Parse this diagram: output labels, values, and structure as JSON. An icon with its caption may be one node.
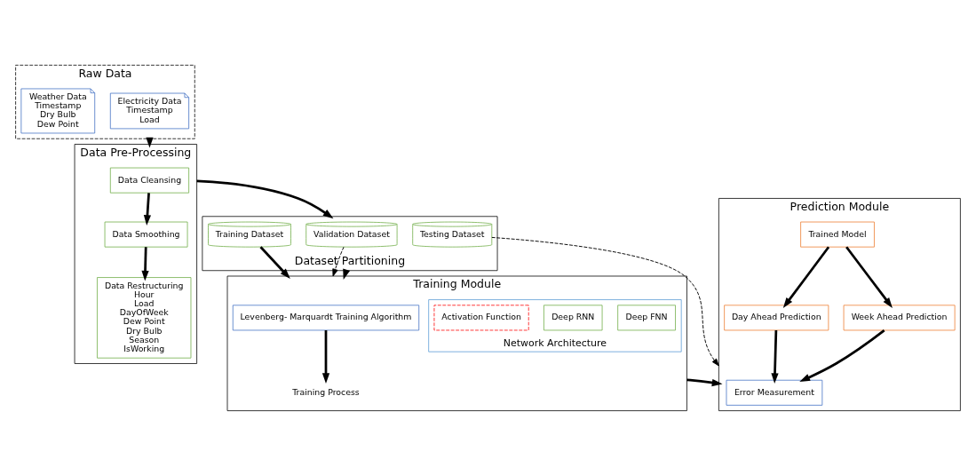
{
  "diagram": {
    "nodes": [
      {
        "text": [
          "Raw Data"
        ]
      },
      {
        "text": [
          "Electricity Data",
          "Timestamp",
          "Load"
        ],
        "in": 0
      },
      {
        "text": [
          "Weather Data",
          "Timestamp",
          "Dry Bulb",
          "Dew Point"
        ],
        "in": 0
      },
      {
        "text": [
          "Data Pre-Processing"
        ]
      },
      {
        "text": [
          "Data Cleansing"
        ],
        "in": 3
      },
      {
        "text": [
          "Data Smoothing"
        ],
        "in": 3
      },
      {
        "text": [
          "Data Restructuring",
          "Hour",
          "Load",
          "DayOfWeek",
          "Dew Point",
          "Dry Bulb",
          "Season",
          "IsWorking"
        ],
        "in": 3
      },
      {
        "text": [
          "Training Module"
        ]
      },
      {
        "text": [
          "Levenberg- Marquardt Training Algorithm"
        ],
        "in": 7
      },
      {
        "text": [
          "Training Process"
        ],
        "in": 7
      },
      {
        "text": [
          "Network Architecture"
        ],
        "in": 7
      },
      {
        "text": [
          "Deep FNN"
        ],
        "in": 10
      },
      {
        "text": [
          "Deep RNN"
        ],
        "in": 10
      },
      {
        "text": [
          "Activation Function"
        ],
        "in": 10
      },
      {
        "text": [
          "Prediction Module"
        ]
      },
      {
        "text": [
          "Error Measurement"
        ],
        "in": 14
      },
      {
        "text": [
          "Day Ahead Prediction"
        ],
        "in": 14
      },
      {
        "text": [
          "Week Ahead Prediction"
        ],
        "in": 14
      },
      {
        "text": [
          "Trained Model"
        ],
        "in": 14
      },
      {
        "text": [
          "Dataset Partitioning"
        ]
      },
      {
        "text": [
          "Validation Dataset"
        ],
        "in": 19
      },
      {
        "text": [
          "Training Dataset"
        ],
        "in": 19
      },
      {
        "text": [
          "Testing Dataset"
        ],
        "in": 19
      }
    ],
    "edges": [
      {
        "from": 0,
        "to": 3,
        "arrow": "to"
      },
      {
        "from": 4,
        "to": 5,
        "arrow": "to"
      },
      {
        "from": 5,
        "to": 6,
        "arrow": "to"
      },
      {
        "from": 3,
        "to": 19,
        "arrow": "to"
      },
      {
        "from": 8,
        "to": 9,
        "arrow": "to"
      },
      {
        "from": 7,
        "to": 14,
        "arrow": "to"
      },
      {
        "from": 16,
        "to": 15,
        "arrow": "to"
      },
      {
        "from": 17,
        "to": 15,
        "arrow": "to"
      },
      {
        "from": 18,
        "to": 16,
        "arrow": "to"
      },
      {
        "from": 18,
        "to": 17,
        "arrow": "to"
      },
      {
        "from": 20,
        "to": 7,
        "arrow": "to",
        "style": "dashed"
      },
      {
        "from": 19,
        "to": 7,
        "arrow": "to"
      },
      {
        "from": 21,
        "to": 7,
        "arrow": "to"
      },
      {
        "from": 22,
        "to": 14,
        "arrow": "to",
        "style": "dashed"
      }
    ]
  }
}
